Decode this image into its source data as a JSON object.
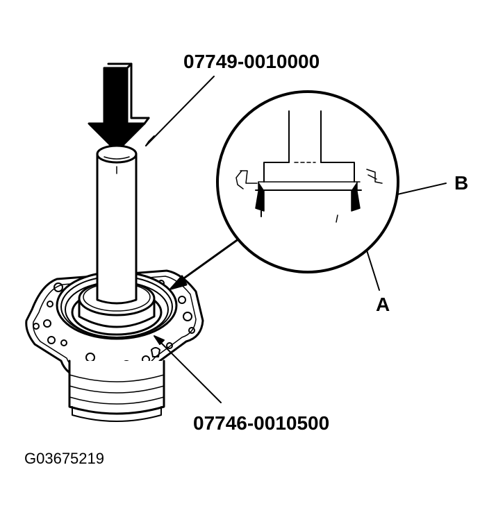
{
  "labels": {
    "top_tool": "07749-0010000",
    "bottom_tool": "07746-0010500",
    "callout_a": "A",
    "callout_b": "B",
    "figure_code": "G03675219"
  }
}
